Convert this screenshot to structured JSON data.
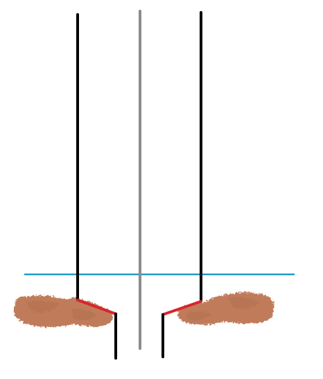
{
  "diagram": {
    "colors": {
      "background": "#ffffff",
      "outer_lines": "#000000",
      "center_line": "#8c8c8c",
      "horizontal_line": "#1f9ac6",
      "bent_segments": "#d8252b",
      "patches": "#c07c5a",
      "patch_shade": "#b06d4c"
    },
    "elements": [
      "left-vertical-line",
      "right-vertical-line",
      "center-vertical-line",
      "horizontal-line",
      "left-bent-segment",
      "right-bent-segment",
      "left-lower-stub",
      "right-lower-stub",
      "left-patch",
      "right-patch"
    ]
  }
}
